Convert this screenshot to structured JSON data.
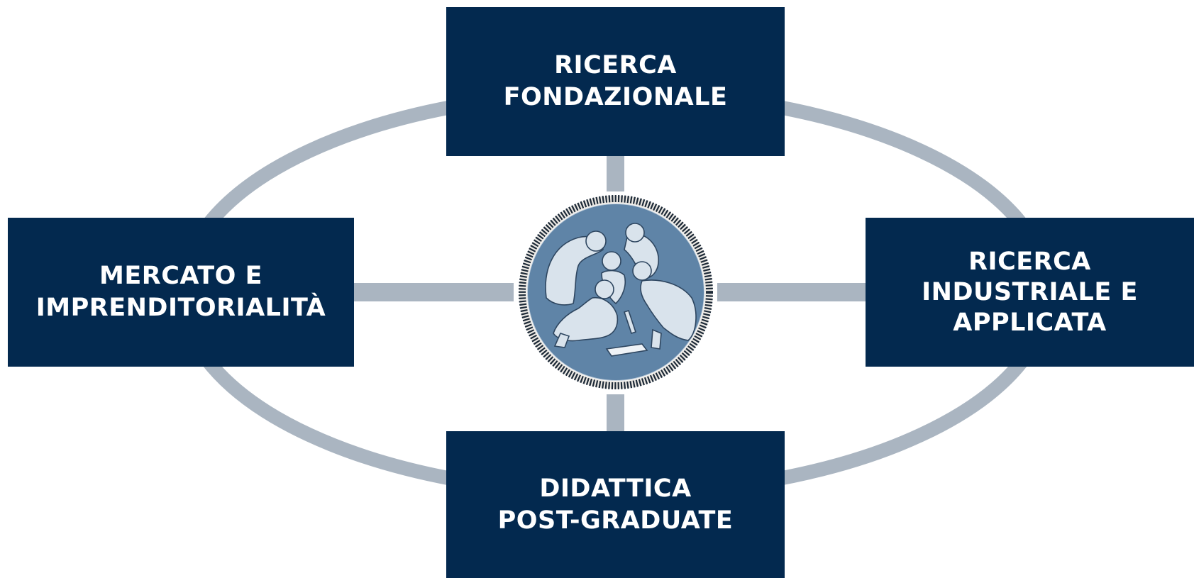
{
  "nodes": {
    "top": {
      "label": "RICERCA\nFONDAZIONALE"
    },
    "left": {
      "label": "MERCATO E\nIMPRENDITORIALITÀ"
    },
    "right": {
      "label": "RICERCA\nINDUSTRIALE E\nAPPLICATA"
    },
    "bottom": {
      "label": "DIDATTICA\nPOST-GRADUATE"
    }
  },
  "colors": {
    "box_fill": "#03294f",
    "box_text": "#ffffff",
    "connector": "#aab5c1",
    "seal_fill": "#5f84a7",
    "seal_figures": "#d9e3ec",
    "seal_rim": "#1d2a38"
  },
  "center_logo": {
    "icon": "university-seal-icon"
  }
}
